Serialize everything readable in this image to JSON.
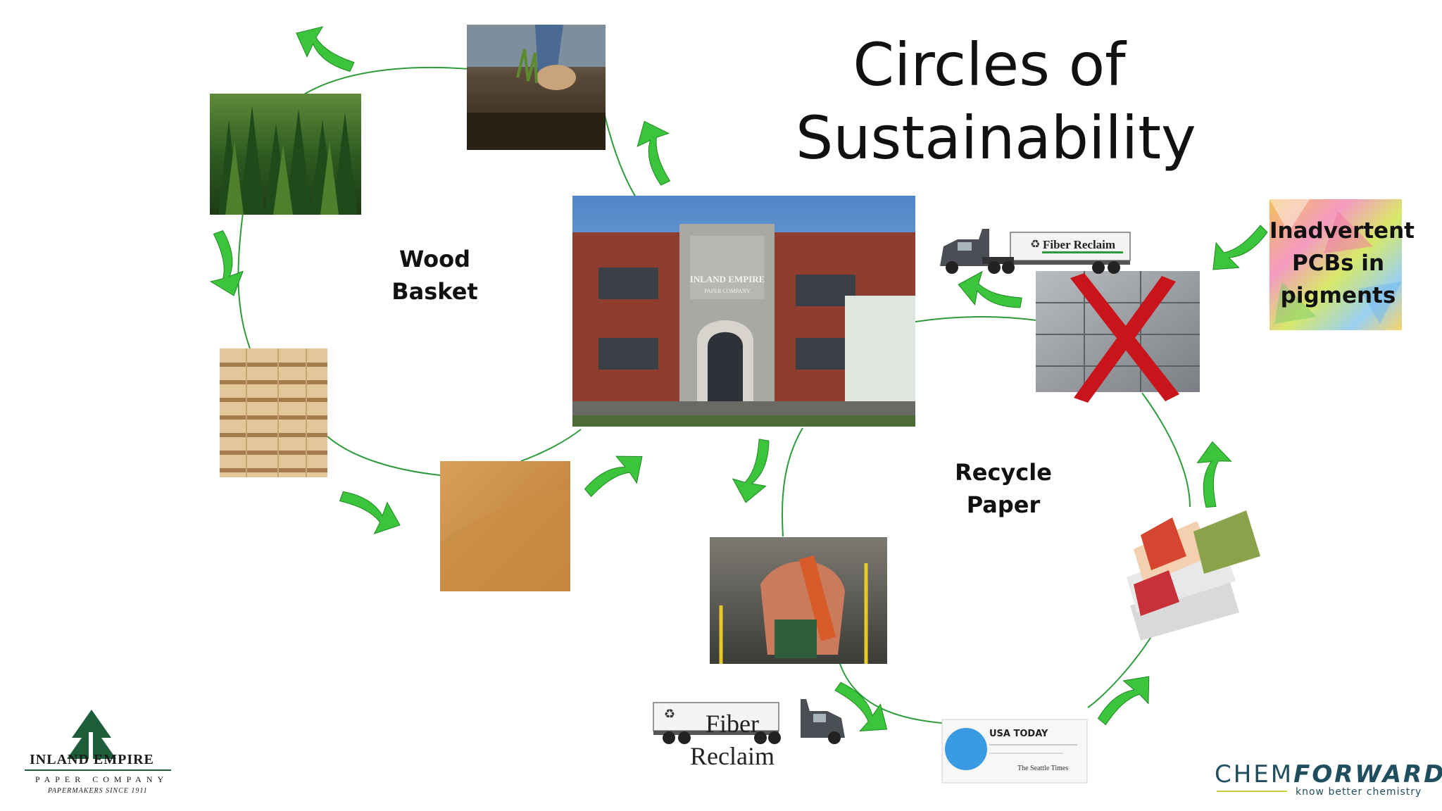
{
  "title": "Circles of Sustainability",
  "labels": {
    "wood_basket": "Wood Basket",
    "recycle_paper": "Recycle Paper",
    "pcb_callout": "Inadvertent PCBs in pigments",
    "fiber_reclaim_truck": "Fiber Reclaim",
    "fiber_reclaim_bottom": "Fiber Reclaim"
  },
  "building_sign": {
    "line1": "INLAND EMPIRE",
    "line2": "PAPER COMPANY"
  },
  "newspaper": {
    "masthead": "USA TODAY",
    "subtitle": "The Seattle Times"
  },
  "logos": {
    "inland_empire": {
      "name": "INLAND EMPIRE",
      "sub": "PAPER COMPANY",
      "tagline": "PAPERMAKERS SINCE 1911"
    },
    "chemforward": {
      "part1": "CHEM",
      "part2": "FORWARD",
      "tagline": "know better chemistry"
    }
  },
  "colors": {
    "arrow": "#3cc43c",
    "circle_line": "#2e9b3a",
    "x_mark": "#c8141a"
  }
}
